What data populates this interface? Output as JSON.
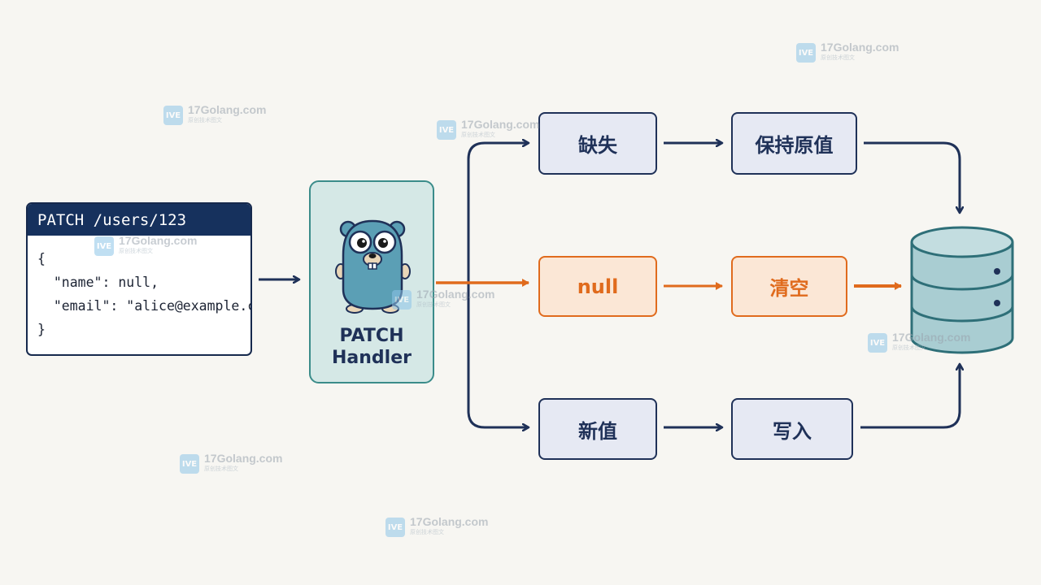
{
  "request": {
    "title": "PATCH /users/123",
    "body_lines": [
      "{",
      "  \"name\": null,",
      "  \"email\": \"alice@example.com\"",
      "}"
    ]
  },
  "handler": {
    "label_line1": "PATCH",
    "label_line2": "Handler",
    "mascot_icon": "gopher-icon"
  },
  "branches": {
    "missing": {
      "case_label": "缺失",
      "action_label": "保持原值"
    },
    "null": {
      "case_label": "null",
      "action_label": "清空"
    },
    "new_value": {
      "case_label": "新值",
      "action_label": "写入"
    }
  },
  "database_icon": "database-icon",
  "colors": {
    "navy": "#1f3158",
    "orange": "#e06b1d",
    "teal": "#3b8c8a"
  },
  "watermark": {
    "site": "17Golang.com",
    "tagline": "原创技术图文",
    "logo": "IVE"
  }
}
